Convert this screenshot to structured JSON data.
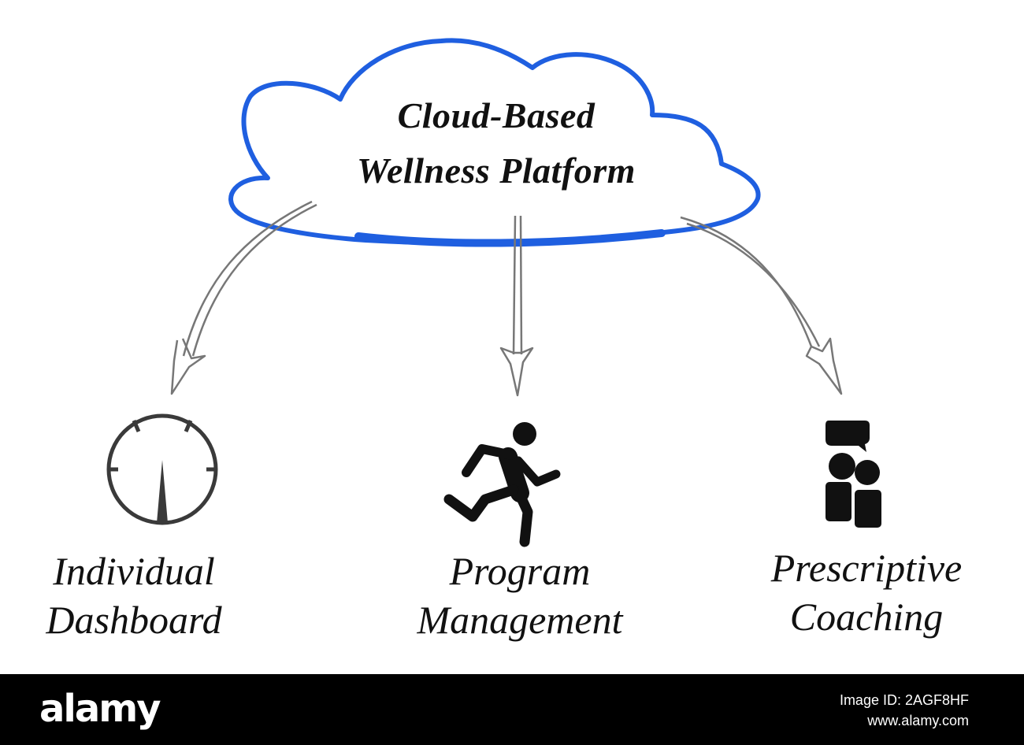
{
  "diagram": {
    "root": {
      "title_line1": "Cloud-Based",
      "title_line2": "Wellness Platform",
      "outline_color": "#1f5fe0"
    },
    "nodes": [
      {
        "id": "dashboard",
        "icon": "gauge-icon",
        "label_line1": "Individual",
        "label_line2": "Dashboard"
      },
      {
        "id": "program",
        "icon": "running-person-icon",
        "label_line1": "Program",
        "label_line2": "Management"
      },
      {
        "id": "coaching",
        "icon": "coaching-people-chat-icon",
        "label_line1": "Prescriptive",
        "label_line2": "Coaching"
      }
    ],
    "arrow_color": "#777777"
  },
  "footer": {
    "logo": "alamy",
    "image_id": "Image ID: 2AGF8HF",
    "url": "www.alamy.com"
  }
}
